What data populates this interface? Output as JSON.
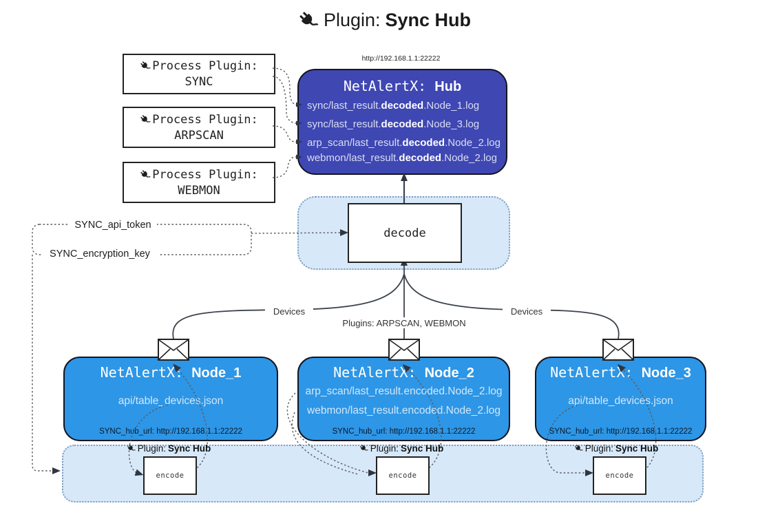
{
  "title": {
    "prefix": "Plugin:",
    "name": "Sync Hub"
  },
  "hub": {
    "url": "http://192.168.1.1:22222",
    "name_prefix": "NetAlertX:",
    "name": "Hub",
    "logs": [
      {
        "pre": "sync/last_result.",
        "bold": "decoded",
        "post": ".Node_1.log"
      },
      {
        "pre": "sync/last_result.",
        "bold": "decoded",
        "post": ".Node_3.log"
      },
      {
        "pre": "arp_scan/last_result.",
        "bold": "decoded",
        "post": ".Node_2.log"
      },
      {
        "pre": "webmon/last_result.",
        "bold": "decoded",
        "post": ".Node_2.log"
      }
    ]
  },
  "process_plugins": [
    {
      "label": "Process Plugin:",
      "name": "SYNC"
    },
    {
      "label": "Process Plugin:",
      "name": "ARPSCAN"
    },
    {
      "label": "Process Plugin:",
      "name": "WEBMON"
    }
  ],
  "decode_label": "decode",
  "secrets": {
    "api_token": "SYNC_api_token",
    "encryption_key": "SYNC_encryption_key"
  },
  "edge_labels": {
    "devices_left": "Devices",
    "plugins_center": "Plugins: ARPSCAN, WEBMON",
    "devices_right": "Devices"
  },
  "nodes": [
    {
      "name_prefix": "NetAlertX:",
      "name": "Node_1",
      "files": [
        "api/table_devices.json"
      ],
      "hub_url_label": "SYNC_hub_url: http://192.168.1.1:22222"
    },
    {
      "name_prefix": "NetAlertX:",
      "name": "Node_2",
      "files": [
        "arp_scan/last_result.encoded.Node_2.log",
        "webmon/last_result.encoded.Node_2.log"
      ],
      "hub_url_label": "SYNC_hub_url: http://192.168.1.1:22222"
    },
    {
      "name_prefix": "NetAlertX:",
      "name": "Node_3",
      "files": [
        "api/table_devices.json"
      ],
      "hub_url_label": "SYNC_hub_url: http://192.168.1.1:22222"
    }
  ],
  "encoders": [
    {
      "plugin_prefix": "Plugin:",
      "plugin_name": "Sync Hub",
      "box_label": "encode"
    },
    {
      "plugin_prefix": "Plugin:",
      "plugin_name": "Sync Hub",
      "box_label": "encode"
    },
    {
      "plugin_prefix": "Plugin:",
      "plugin_name": "Sync Hub",
      "box_label": "encode"
    }
  ],
  "icons": {
    "plug": "plug-icon",
    "envelope": "envelope-icon"
  },
  "colors": {
    "hub-fill": "#3f47b3",
    "hub-text": "#d9def2",
    "node-fill": "#2d96e6",
    "node-text": "#d2e7fa",
    "panel-fill": "#d7e8f9",
    "panel-border": "#7d9cc0"
  }
}
